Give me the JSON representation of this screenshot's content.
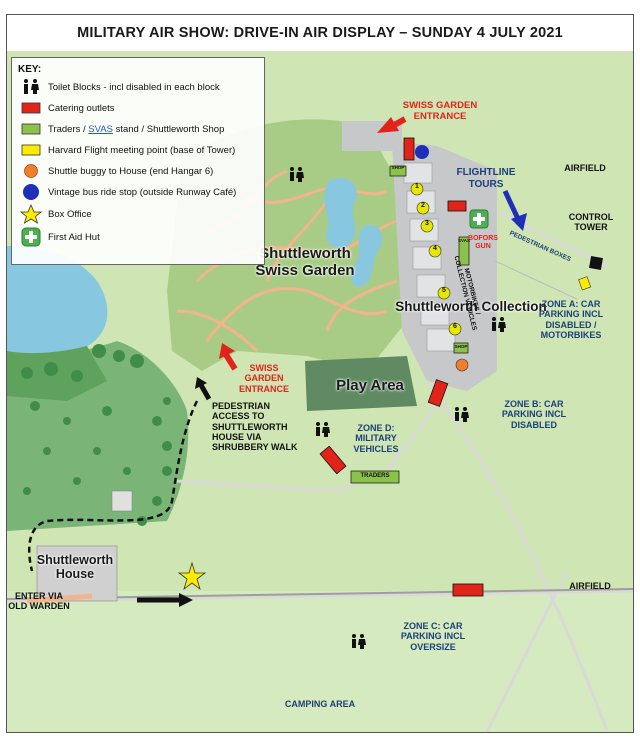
{
  "title": "MILITARY AIR SHOW: DRIVE-IN AIR DISPLAY – SUNDAY 4 JULY 2021",
  "key": {
    "heading": "KEY:",
    "items": [
      {
        "icon": "toilet-icon",
        "label": "Toilet Blocks - incl disabled in each block"
      },
      {
        "icon": "catering-icon",
        "color": "#e2231a",
        "label": "Catering outlets"
      },
      {
        "icon": "traders-icon",
        "color": "#8bc34a",
        "label_pre": "Traders / ",
        "label_link": "SVAS",
        "label_post": " stand / Shuttleworth Shop"
      },
      {
        "icon": "meeting-point-icon",
        "color": "#ffeb00",
        "label": "Harvard Flight meeting point (base of Tower)"
      },
      {
        "icon": "shuttle-buggy-icon",
        "color": "#f07f2c",
        "label": "Shuttle buggy to House (end Hangar 6)"
      },
      {
        "icon": "vintage-bus-icon",
        "color": "#1f2fb8",
        "label": "Vintage bus ride stop (outside Runway Café)"
      },
      {
        "icon": "star-icon",
        "color": "#ffeb00",
        "label": "Box Office"
      },
      {
        "icon": "first-aid-icon",
        "color": "#4caf50",
        "label": "First Aid Hut"
      }
    ]
  },
  "labels": {
    "swiss_garden_entrance_top": "SWISS GARDEN ENTRANCE",
    "flightline_tours": "FLIGHTLINE TOURS",
    "airfield_top": "AIRFIELD",
    "control_tower": "CONTROL TOWER",
    "pedestrian_boxes": "PEDESTRIAN BOXES",
    "shuttleworth_swiss_garden": "Shuttleworth Swiss Garden",
    "shuttleworth_collection": "Shuttleworth Collection",
    "bofors_gun": "BOFORS GUN",
    "motorbikes_collection": "MOTORBIKES / COLLECTION VEHICLES",
    "zone_a": "ZONE A: CAR PARKING INCL DISABLED / MOTORBIKES",
    "swiss_garden_entrance_left": "SWISS GARDEN ENTRANCE",
    "play_area": "Play Area",
    "pedestrian_access": "PEDESTRIAN ACCESS TO SHUTTLEWORTH HOUSE VIA SHRUBBERY WALK",
    "zone_d": "ZONE D: MILITARY VEHICLES",
    "zone_b": "ZONE B: CAR PARKING INCL DISABLED",
    "traders": "TRADERS",
    "shuttleworth_house": "Shuttleworth House",
    "enter_via": "ENTER VIA OLD WARDEN",
    "airfield_bottom": "AIRFIELD",
    "zone_c": "ZONE C: CAR PARKING INCL OVERSIZE",
    "camping_area": "CAMPING AREA",
    "shop_top": "SHOP",
    "shop_bottom": "SHOP",
    "svas": "SVAS"
  },
  "hangars": [
    "1",
    "2",
    "3",
    "4",
    "5",
    "6"
  ],
  "colors": {
    "grass": "#cfe6b4",
    "garden": "#a8cc86",
    "woodland": "#7ab577",
    "lake": "#87c7df",
    "path": "#f2b48a",
    "road": "#e3e3e3",
    "catering": "#e2231a",
    "traders": "#8bc34a",
    "zone_text": "#1c3f7a",
    "red_text": "#e2231a"
  }
}
